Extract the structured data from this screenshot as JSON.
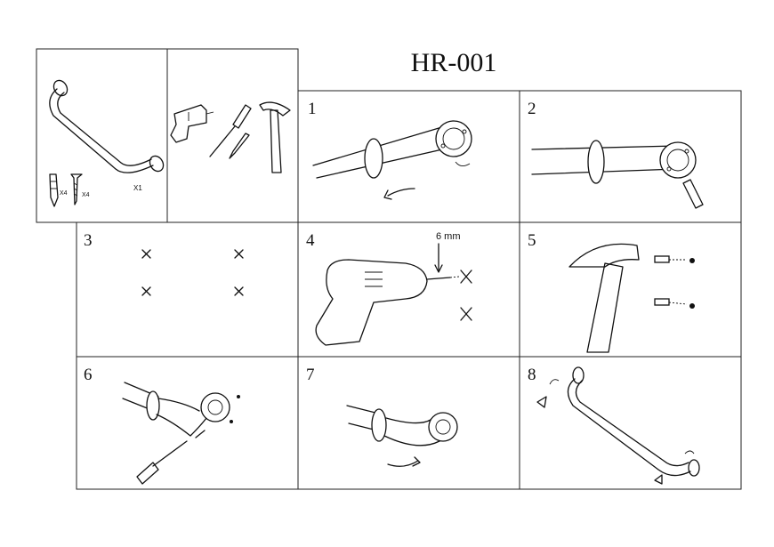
{
  "title": "HR-001",
  "parts": {
    "bar_qty": "X1",
    "anchor_qty": "X4",
    "screw_qty": "X4"
  },
  "drill_label": "6 mm",
  "steps": [
    "1",
    "2",
    "3",
    "4",
    "5",
    "6",
    "7",
    "8"
  ]
}
